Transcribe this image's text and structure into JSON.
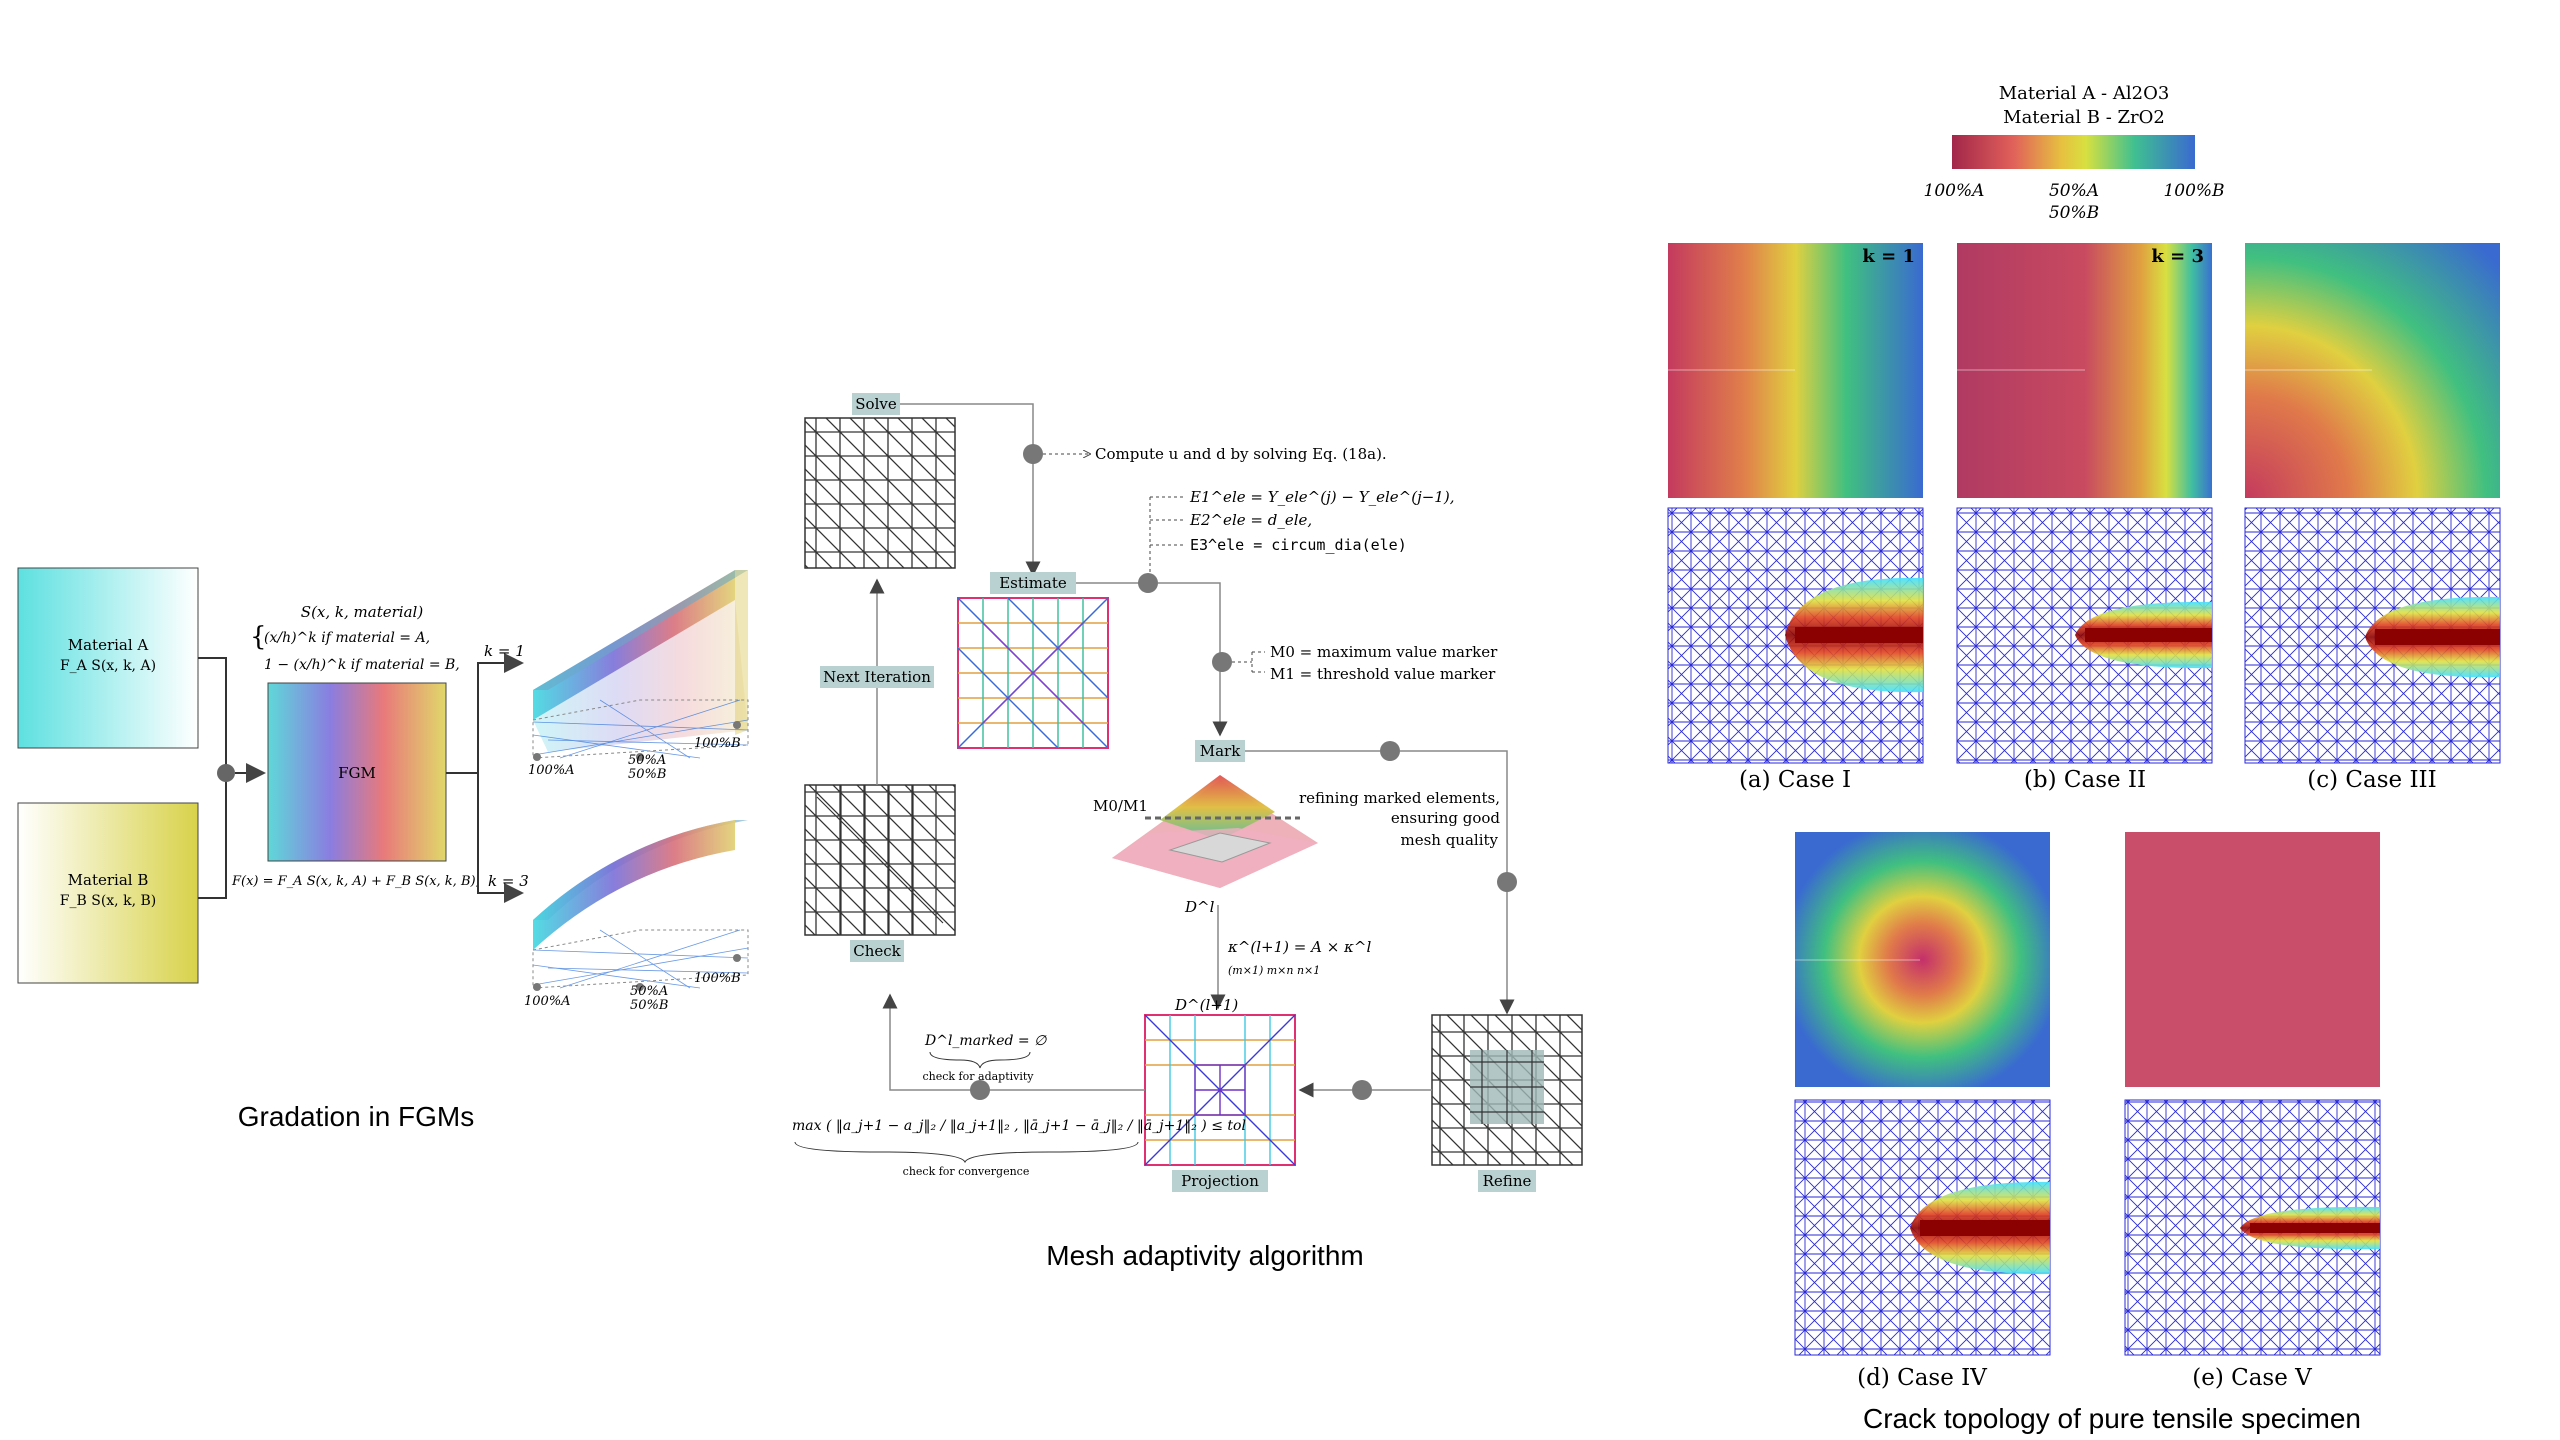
{
  "panel1": {
    "title": "Gradation in FGMs",
    "material_a": "Material A",
    "material_a_formula": "F_A S(x, k, A)",
    "material_b": "Material B",
    "material_b_formula": "F_B S(x, k, B)",
    "fgm_label": "FGM",
    "gradation_function": "S(x, k, material)",
    "case_a": "(x/h)^k   if material = A,",
    "case_b": "1 − (x/h)^k   if material = B,",
    "total_formula": "F(x) = F_A S(x, k, A) + F_B S(x, k, B),",
    "k1_label": "k = 1",
    "k3_label": "k = 3",
    "tick_a": "100%A",
    "tick_mid_a": "50%A",
    "tick_mid_b": "50%B",
    "tick_b": "100%B"
  },
  "panel2": {
    "title": "Mesh adaptivity algorithm",
    "solve": "Solve",
    "estimate": "Estimate",
    "mark": "Mark",
    "refine": "Refine",
    "projection": "Projection",
    "check": "Check",
    "next_iteration": "Next Iteration",
    "compute_note": "Compute u and d by solving Eq. (18a).",
    "err1": "E1^ele = Y_ele^(j) − Y_ele^(j−1),",
    "err2": "E2^ele = d_ele,",
    "err3": "E3^ele = circum_dia(ele)",
    "marker0": "M0 = maximum value marker",
    "marker1": "M1 = threshold value marker",
    "m0m1": "M0/M1",
    "refine_note_1": "refining marked elements,",
    "refine_note_2": "ensuring good",
    "refine_note_3": "mesh quality",
    "dl": "D^l",
    "dl1": "D^(l+1)",
    "kappa_eq": "κ^(l+1) = A × κ^l",
    "kappa_dims": "(m×1)   m×n   n×1",
    "marked_eq": "D^l_marked = ∅",
    "check_adapt": "check for adaptivity",
    "max_eq": "max ( ‖a_j+1 − a_j‖₂ / ‖a_j+1‖₂ , ‖ā_j+1 − ā_j‖₂ / ‖ā_j+1‖₂ ) ≤ tol",
    "check_conv": "check for convergence"
  },
  "panel3": {
    "title": "Crack topology of pure tensile specimen",
    "legend_line1": "Material A - Al2O3",
    "legend_line2": "Material B - ZrO2",
    "legend_left": "100%A",
    "legend_mid_a": "50%A",
    "legend_mid_b": "50%B",
    "legend_right": "100%B",
    "k1": "k = 1",
    "k3": "k = 3",
    "case1": "(a) Case I",
    "case2": "(b) Case II",
    "case3": "(c) Case III",
    "case4": "(d) Case IV",
    "case5": "(e) Case V"
  },
  "colors": {
    "label_box": "#b9d1d1",
    "mesh_blue": "#2222dd",
    "crack_red": "#8b0000"
  }
}
